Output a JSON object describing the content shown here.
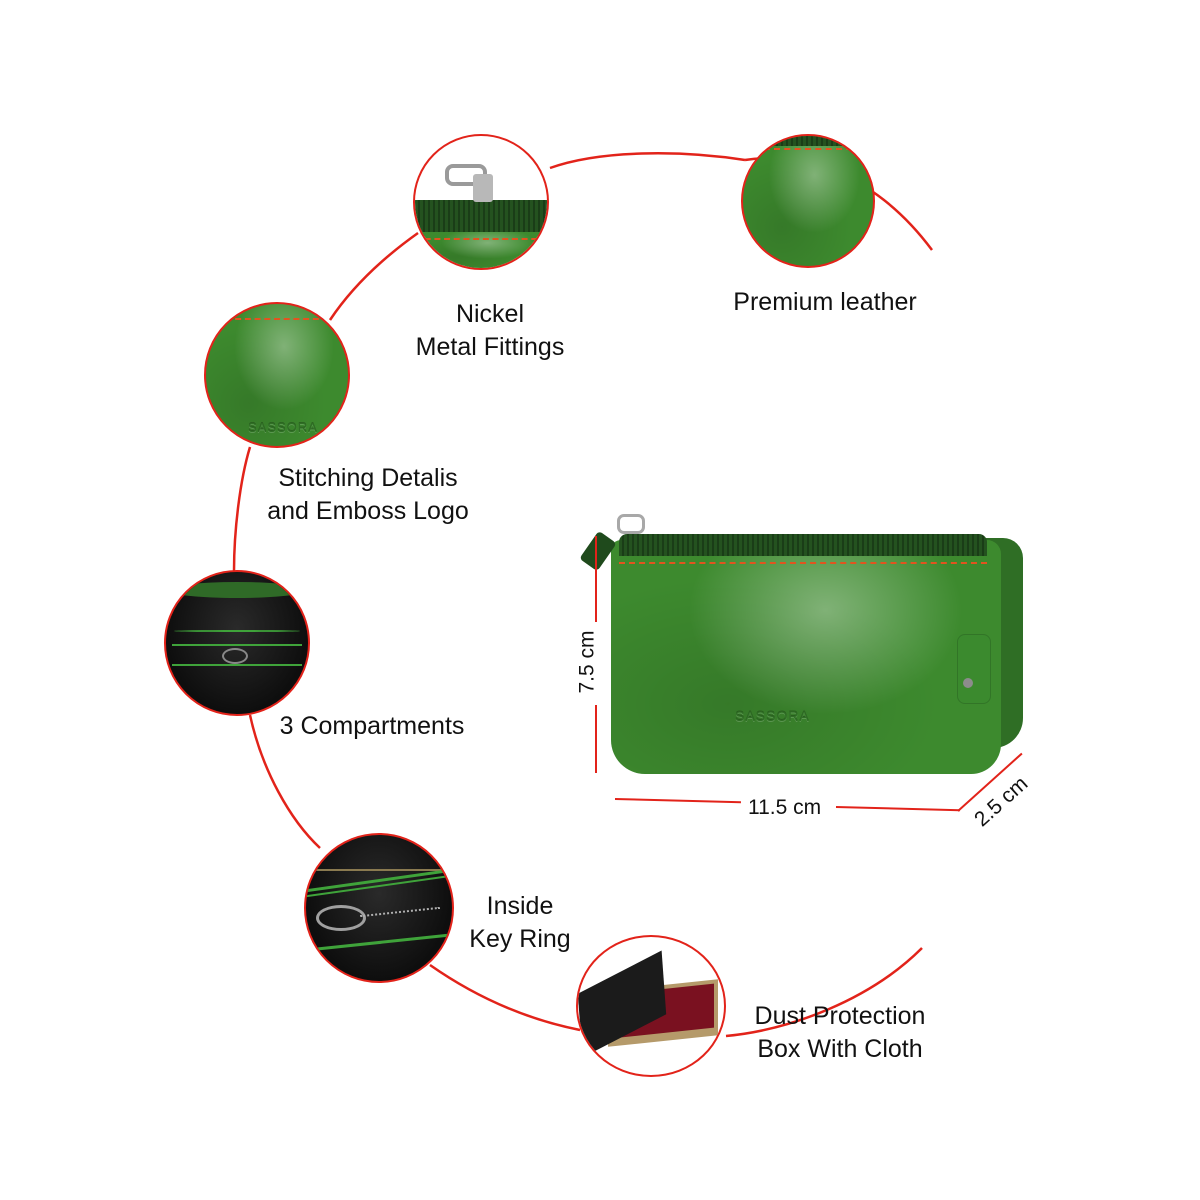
{
  "brand_emboss": "SASSORA",
  "colors": {
    "accent_red": "#e2231a",
    "leather_green": "#3d8a2e",
    "stitch_orange": "#e2541f",
    "text": "#111111"
  },
  "features": [
    {
      "id": "nickel-metal-fittings",
      "label_line1": "Nickel",
      "label_line2": "Metal Fittings"
    },
    {
      "id": "premium-leather",
      "label_line1": "Premium leather"
    },
    {
      "id": "stitching-emboss-logo",
      "label_line1": "Stitching Detalis",
      "label_line2": "and Emboss Logo"
    },
    {
      "id": "three-compartments",
      "label_line1": "3 Compartments"
    },
    {
      "id": "inside-key-ring",
      "label_line1": "Inside",
      "label_line2": "Key Ring"
    },
    {
      "id": "dust-protection-box",
      "label_line1": "Dust Protection",
      "label_line2": "Box With Cloth"
    }
  ],
  "dimensions": {
    "height": "7.5 cm",
    "width": "11.5 cm",
    "depth": "2.5 cm"
  }
}
